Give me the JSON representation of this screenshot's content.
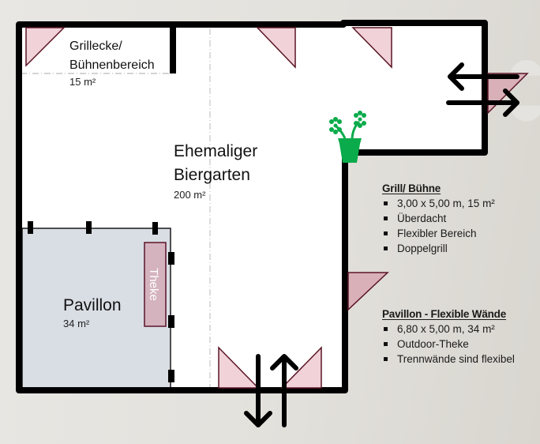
{
  "colors": {
    "wall": "#000000",
    "floor": "#ffffff",
    "pavilion_floor": "#d9dde4",
    "door_fill": "#f0d2d8",
    "door_stroke": "#5b1526",
    "theke_fill": "#d4b3bf",
    "plant": "#0aab4a"
  },
  "rooms": {
    "grill": {
      "title_line1": "Grillecke/",
      "title_line2": "Bühnenbereich",
      "area": "15 m²"
    },
    "biergarten": {
      "title_line1": "Ehemaliger",
      "title_line2": "Biergarten",
      "area": "200 m²"
    },
    "pavillon": {
      "title": "Pavillon",
      "area": "34 m²",
      "counter_label": "Theke"
    }
  },
  "icons": {
    "plant": "potted-plant-icon",
    "entrance_arrows": "bidirectional-arrows-icon",
    "side_arrows": "bidirectional-arrows-icon"
  },
  "info": {
    "grill": {
      "heading": "Grill/ Bühne",
      "items": [
        "3,00 x 5,00 m, 15 m²",
        "Überdacht",
        "Flexibler Bereich",
        "Doppelgrill"
      ]
    },
    "pavillon": {
      "heading": "Pavillon - Flexible Wände",
      "items": [
        "6,80 x 5,00 m, 34 m²",
        "Outdoor-Theke",
        "Trennwände sind flexibel"
      ]
    }
  }
}
